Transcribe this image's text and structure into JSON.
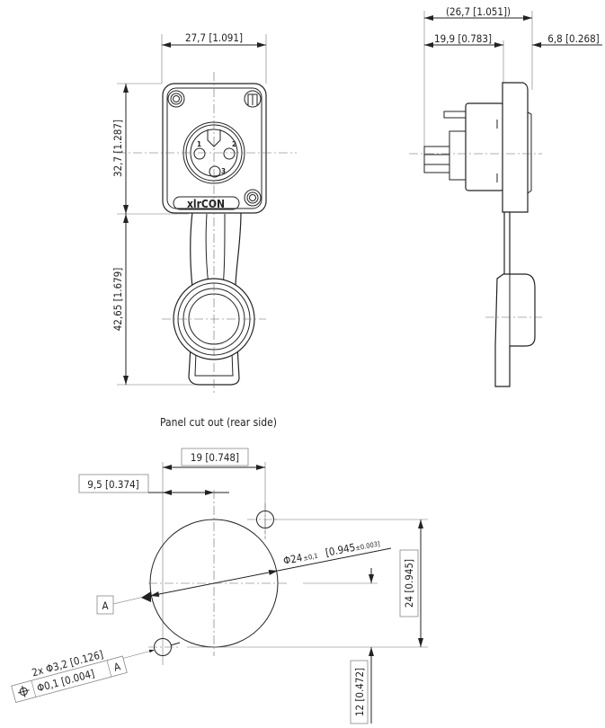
{
  "front_view": {
    "width_dim": "27,7   [1.091]",
    "flange_height_dim": "32,7   [1.287]",
    "strap_length_dim": "42,65   [1.679]",
    "pin_labels": [
      "1",
      "2",
      "3"
    ],
    "logo_text": "xlrCON"
  },
  "side_view": {
    "overall_depth_dim": "(26,7   [1.051])",
    "rear_depth_dim": "19,9   [0.783]",
    "front_depth_dim": "6,8   [0.268]"
  },
  "panel_cutout": {
    "title": "Panel cut out (rear side)",
    "hole_spacing_dim": "19   [0.748]",
    "half_spacing_dim": "9,5   [0.374]",
    "diameter_dim_main": "Φ24",
    "diameter_tol": "±0,1",
    "diameter_dim_inch": "[0.945",
    "diameter_tol_inch": "±0.003]",
    "height_dim": "24   [0.945]",
    "half_height_dim": "12   [0.472]",
    "datum_label": "A",
    "hole_callout": "2x Φ3,2   [0.126]",
    "position_tolerance": "Φ0,1 [0.004]",
    "position_datum": "A"
  }
}
